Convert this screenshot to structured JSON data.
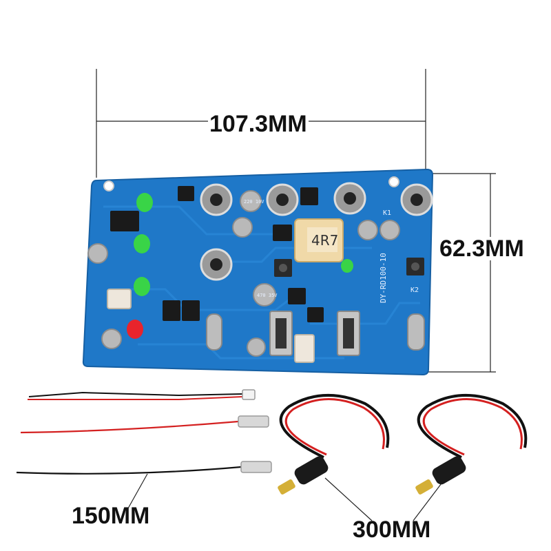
{
  "dimensions": {
    "board_width": "107.3MM",
    "board_height": "62.3MM",
    "short_wire_length": "150MM",
    "dc_cable_length": "300MM"
  },
  "board": {
    "silkscreen_model": "DY-RD100-10",
    "inductor_marking": "4R7",
    "capacitor_marking_1": "220 10V",
    "capacitor_marking_2": "470 35V",
    "connector_label_k1": "K1",
    "connector_label_k2": "K2"
  },
  "colors": {
    "pcb": "#1f78c8",
    "pcb_dark": "#155fa3",
    "led_green": "#39d447",
    "led_red": "#e8242c",
    "wire_red": "#d42020",
    "wire_black": "#111111"
  }
}
